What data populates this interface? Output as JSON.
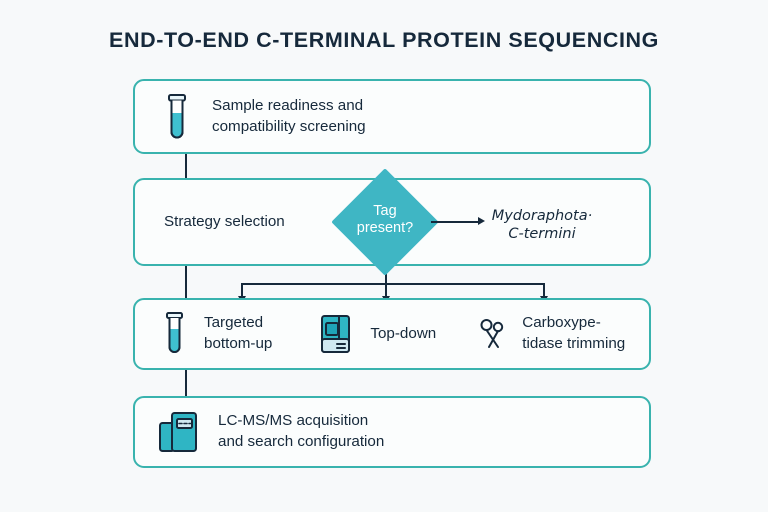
{
  "title": "END-TO-END C-TERMINAL PROTEIN SEQUENCING",
  "colors": {
    "background": "#f7f9fa",
    "box_border": "#39b3ae",
    "box_fill": "#fbfdfd",
    "accent_teal": "#3fb6c4",
    "ink": "#16293b",
    "icon_fill": "#2fb5c4",
    "icon_fill_light": "#cfe9f2"
  },
  "steps": {
    "sample": {
      "label": "Sample readiness and\ncompatibility screening",
      "icon": "test-tube-icon"
    },
    "strategy": {
      "label": "Strategy selection",
      "decision": {
        "label": "Tag\npresent?",
        "note": "Mydoraphota·\nC-termini"
      }
    },
    "methods": [
      {
        "label": "Targeted\nbottom-up",
        "icon": "test-tube-icon"
      },
      {
        "label": "Top-down",
        "icon": "instrument-icon"
      },
      {
        "label": "Carboxype-\ntidase trimming",
        "icon": "scissors-icon"
      }
    ],
    "lcms": {
      "label": "LC-MS/MS acquisition\nand search configuration",
      "icon": "mass-spectrometer-icon"
    }
  }
}
